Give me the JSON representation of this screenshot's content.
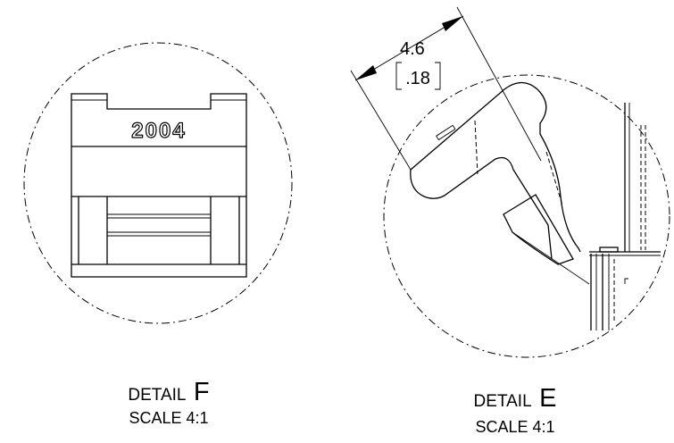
{
  "details": [
    {
      "id": "detail-f",
      "prefix": "DETAIL",
      "letter": "F",
      "scale": "SCALE 4:1",
      "engraving": "2004"
    },
    {
      "id": "detail-e",
      "prefix": "DETAIL",
      "letter": "E",
      "scale": "SCALE 4:1",
      "dimension": {
        "value": "4.6",
        "alt_value": ".18"
      }
    }
  ]
}
